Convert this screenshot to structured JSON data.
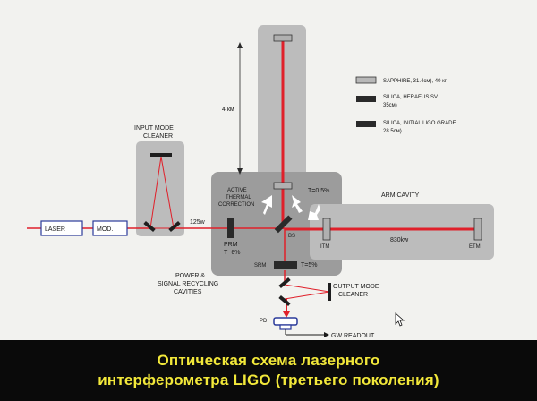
{
  "diagram": {
    "labels": {
      "laser": "LASER",
      "mod": "MOD.",
      "input_mode_cleaner": [
        "INPUT MODE",
        "CLEANER"
      ],
      "power_in": "125w",
      "arm_length": "4 км",
      "active_thermal_correction": [
        "ACTIVE",
        "THERMAL",
        "CORRECTION"
      ],
      "t_itm": "T=0.5%",
      "arm_cavity": "ARM CAVITY",
      "arm_power": "830kw",
      "itm": "ITM",
      "etm": "ETM",
      "bs": "BS",
      "prm": [
        "PRM",
        "T~6%"
      ],
      "srm": "SRM",
      "t_srm": "T=5%",
      "power_recycling": [
        "POWER &",
        "SIGNAL RECYCLING",
        "CAVITIES"
      ],
      "output_mode_cleaner": [
        "OUTPUT MODE",
        "CLEANER"
      ],
      "pd": "PD",
      "gw_readout": "GW READOUT"
    },
    "legend": [
      {
        "lines": [
          "SAPPHIRE, 31.4см), 40 кг"
        ],
        "swatch": "#b8b8b8"
      },
      {
        "lines": [
          "SILICA, HERAEUS SV",
          "35см)"
        ],
        "swatch": "#2a2a2a"
      },
      {
        "lines": [
          "SILICA, INITIAL LIGO GRADE",
          "28.5см)"
        ],
        "swatch": "#2a2a2a"
      }
    ],
    "colors": {
      "beam": "#e0202a",
      "laser_box": "#2a3a9a",
      "gray_block": "#bcbcbc",
      "center_block": "#9a9a9a",
      "caption_text": "#f2e83a"
    }
  },
  "caption": {
    "line1": "Оптическая схема лазерного",
    "line2": "интерферометра LIGO (третьего поколения)"
  }
}
